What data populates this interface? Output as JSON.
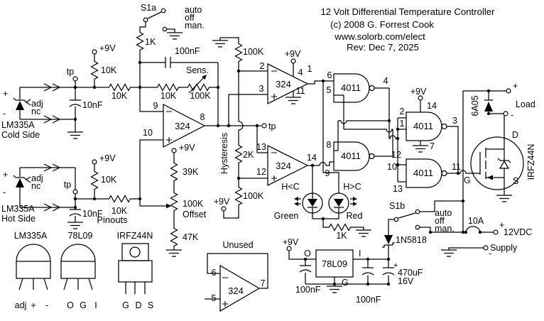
{
  "title": {
    "line1": "12 Volt Differential Temperature Controller",
    "line2": "(c) 2008  G. Forrest Cook",
    "line3": "www.solorb.com/elect",
    "line4": "Rev: Dec 7, 2025"
  },
  "sensors": {
    "cold": {
      "name": "LM335A",
      "side": "Cold Side",
      "plus": "+",
      "minus": "-",
      "adj": "adj",
      "nc": "nc",
      "tp": "tp",
      "cap": "10nF",
      "rail": "+9V",
      "r_pullup": "10K",
      "r_series": "10K"
    },
    "hot": {
      "name": "LM335A",
      "side": "Hot Side",
      "plus": "+",
      "minus": "-",
      "adj": "adj",
      "nc": "nc",
      "tp": "tp",
      "cap": "10nF",
      "rail": "+9V",
      "r_pullup": "10K",
      "r_series": "10K"
    }
  },
  "amp": {
    "sw": "S1a",
    "sw_auto": "auto",
    "sw_off": "off",
    "sw_man": "man.",
    "r1k": "1K",
    "c_fb": "100nF",
    "r_fb": "10K",
    "pot_fb": "100K",
    "pot_label": "Sens.",
    "chip": "324",
    "pin_inv": "9",
    "pin_non": "10",
    "pin_out": "8",
    "tp": "tp"
  },
  "offset": {
    "rail": "+9V",
    "r_top": "39K",
    "pot": "100K",
    "label": "Offset",
    "r_bot": "47K"
  },
  "threshold": {
    "r_top": "100K",
    "r_mid": "2K",
    "r_bot": "100K",
    "label": "Hysteresis",
    "rail": "+9V"
  },
  "comp1": {
    "chip": "324",
    "inv": "2",
    "non": "3",
    "out": "1",
    "vcc": "4",
    "gnd": "11",
    "rail": "+9V"
  },
  "comp2": {
    "chip": "324",
    "inv": "13",
    "non": "12",
    "out": "14"
  },
  "latch": {
    "a": {
      "chip": "4011",
      "in1": "6",
      "in2": "5",
      "out": "4"
    },
    "b": {
      "chip": "4011",
      "in1": "8",
      "in2": "9",
      "out": "10"
    }
  },
  "buf": {
    "c": {
      "chip": "4011",
      "in1": "2",
      "in2": "1",
      "out": "3",
      "vcc": "14",
      "gnd": "7",
      "rail": "+9V"
    },
    "d": {
      "chip": "4011",
      "in1": "12",
      "in2": "13",
      "out": "11"
    }
  },
  "leds": {
    "green_cond": "H<C",
    "red_cond": "H>C",
    "green": "Green",
    "red": "Red",
    "r": "1K"
  },
  "out": {
    "fet": "IRFZ44N",
    "d": "D",
    "g": "G",
    "s": "S",
    "diode": "6A05",
    "load": "Load",
    "plus": "+",
    "minus": "-"
  },
  "psu": {
    "sw": "S1b",
    "auto": "auto",
    "off": "off",
    "man": "man.",
    "diode": "1N5818",
    "fuse": "10A",
    "v": "12VDC",
    "supply": "Supply",
    "plus": "+",
    "minus": "-",
    "cap1": "470uF",
    "cap1v": "16V",
    "cap1plus": "+",
    "cap_left": "100nF",
    "cap_right": "100nF",
    "reg": "78L09",
    "o": "O",
    "g": "G",
    "i": "I",
    "rail": "+9V"
  },
  "unused": {
    "label": "Unused",
    "chip": "324",
    "inv": "6",
    "non": "5",
    "out": "7"
  },
  "pinouts": {
    "title": "Pinouts",
    "p1": {
      "name": "LM335A",
      "a": "adj",
      "b": "+",
      "c": "-"
    },
    "p2": {
      "name": "78L09",
      "a": "O",
      "b": "G",
      "c": "I"
    },
    "p3": {
      "name": "IRFZ44N",
      "a": "G",
      "b": "D",
      "c": "S"
    }
  }
}
